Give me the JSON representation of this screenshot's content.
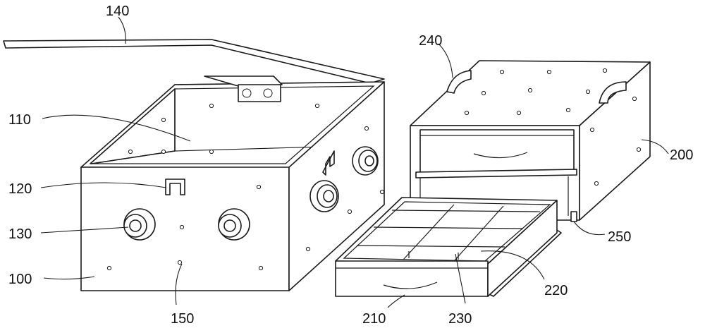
{
  "labels": {
    "l140": "140",
    "l110": "110",
    "l120": "120",
    "l130": "130",
    "l100": "100",
    "l150": "150",
    "l240": "240",
    "l200": "200",
    "l250": "250",
    "l220": "220",
    "l230": "230",
    "l210": "210"
  }
}
